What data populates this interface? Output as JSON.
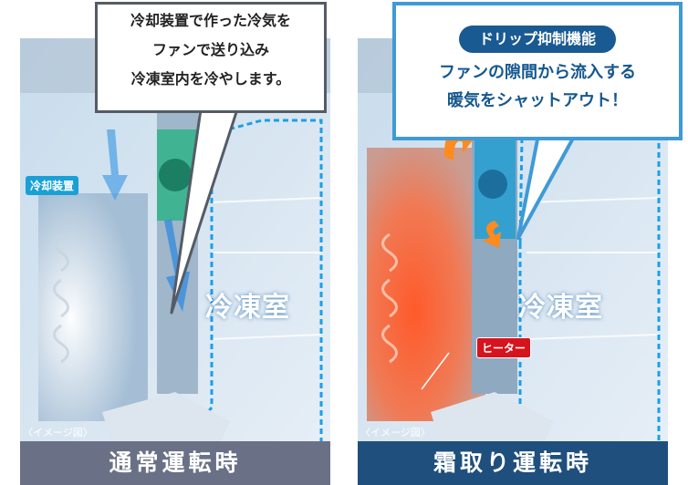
{
  "left_panel": {
    "caption": "通常運転時",
    "image_note": "〈イメージ図〉",
    "freezer_label": "冷凍室",
    "cooler_tag": "冷却装置",
    "callout_lines": [
      "冷却装置で作った冷気を",
      "ファンで送り込み",
      "冷凍室内を冷やします。"
    ]
  },
  "right_panel": {
    "caption": "霜取り運転時",
    "image_note": "〈イメージ図〉",
    "freezer_label": "冷凍室",
    "heater_tag": "ヒーター",
    "callout_badge": "ドリップ抑制機能",
    "callout_lines": [
      "ファンの隙間から流入する",
      "暖気をシャットアウト！"
    ]
  },
  "colors": {
    "outline_dashed": "#1aa0e6",
    "heater_red": "#d6141e",
    "brand_blue": "#1a5a92"
  }
}
